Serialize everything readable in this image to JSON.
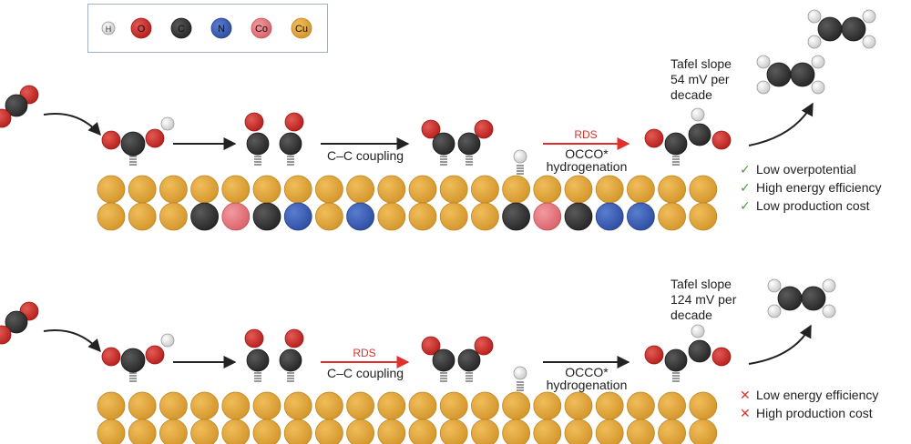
{
  "legend": [
    {
      "symbol": "H",
      "color": "#e8e8e8"
    },
    {
      "symbol": "O",
      "color": "#cf2b26"
    },
    {
      "symbol": "C",
      "color": "#3a3a3a"
    },
    {
      "symbol": "N",
      "color": "#3d5fb7"
    },
    {
      "symbol": "Co",
      "color": "#e87a80"
    },
    {
      "symbol": "Cu",
      "color": "#e3a83a"
    }
  ],
  "top": {
    "step_coupling": "C–C coupling",
    "rds": "RDS",
    "step_hydro_1": "OCCO*",
    "step_hydro_2": "hydrogenation",
    "tafel": [
      "Tafel slope",
      "54 mV per",
      "decade"
    ],
    "advantages": [
      "Low overpotential",
      "High energy efficiency",
      "Low production cost"
    ]
  },
  "bottom": {
    "rds": "RDS",
    "step_coupling": "C–C coupling",
    "step_hydro_1": "OCCO*",
    "step_hydro_2": "hydrogenation",
    "tafel": [
      "Tafel slope",
      "124 mV per",
      "decade"
    ],
    "disadvantages": [
      "Low energy efficiency",
      "High production cost"
    ]
  },
  "colors": {
    "cu": "#e3a83a",
    "cu_stroke": "#c98d24",
    "o": "#cf2b26",
    "c": "#3a3a3a",
    "n": "#3d5fb7",
    "co": "#e87a80",
    "h": "#e8e8e8",
    "rds": "#e0302c",
    "check": "#4a9a3c",
    "cross": "#d03a2e"
  }
}
